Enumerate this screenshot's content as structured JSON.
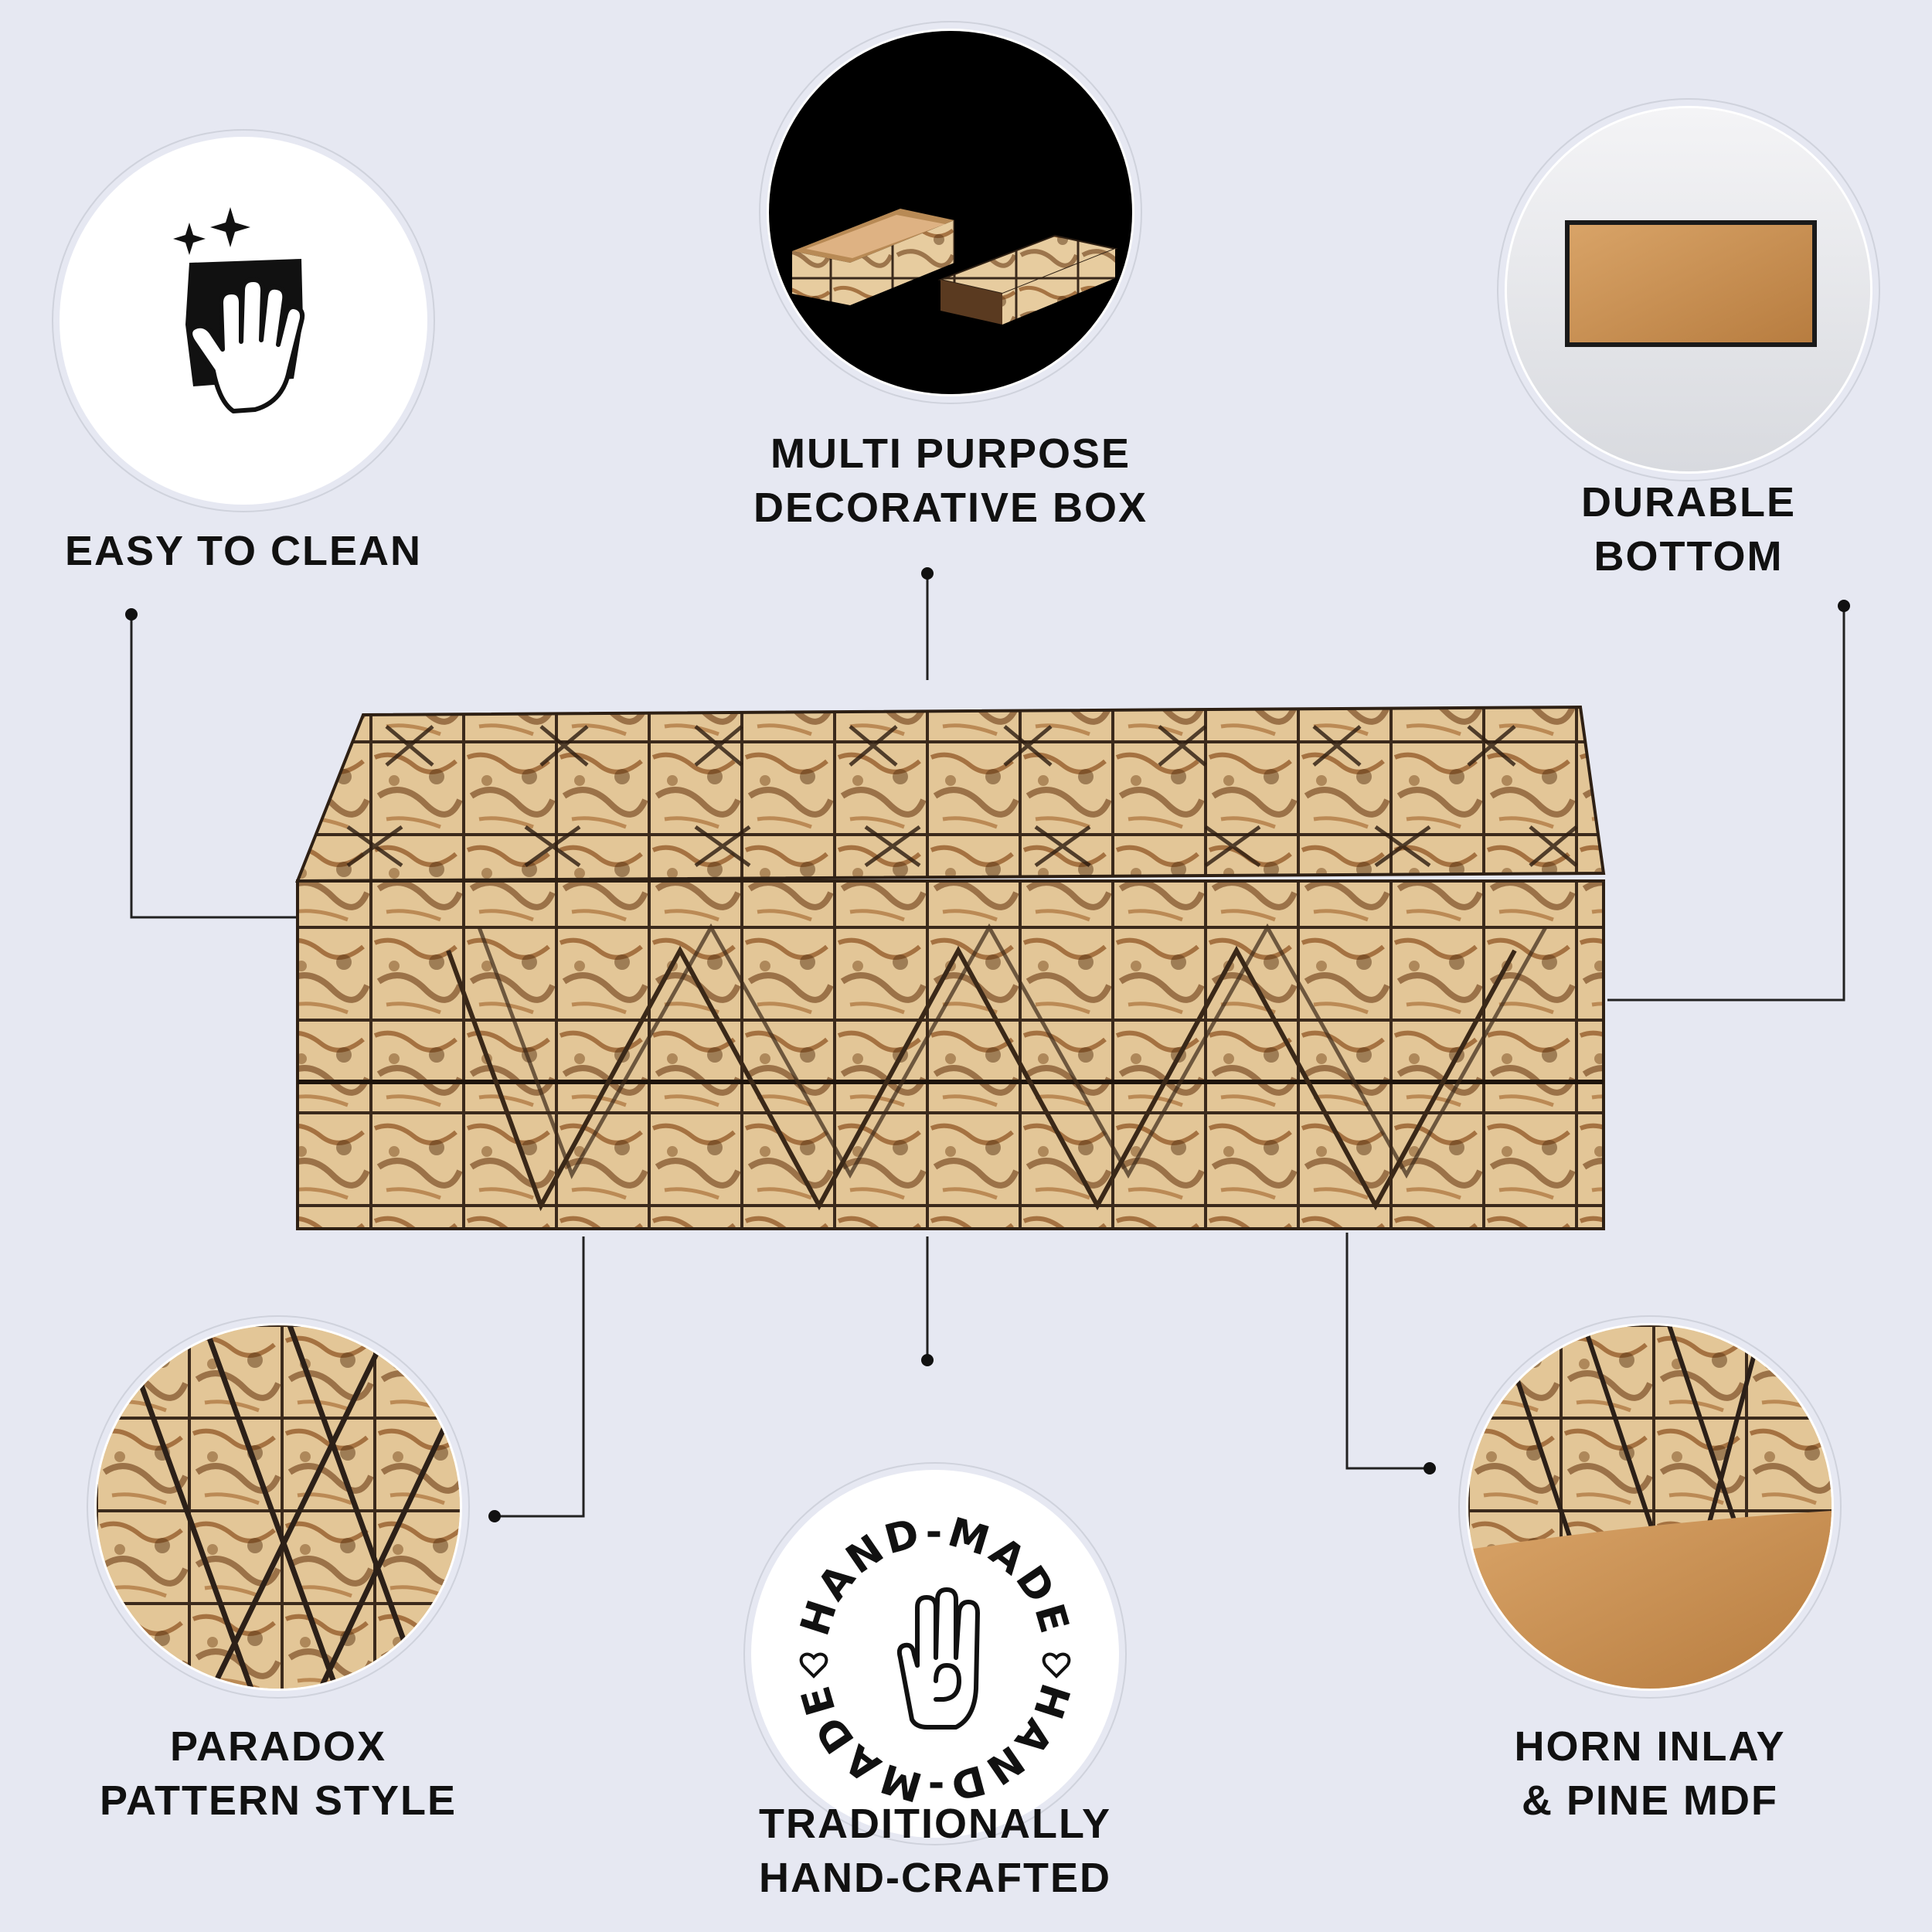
{
  "features": {
    "easy_clean": {
      "line1": "EASY TO CLEAN",
      "icon": "wipe-hand-icon"
    },
    "multi_purpose": {
      "line1": "MULTI PURPOSE",
      "line2": "DECORATIVE BOX"
    },
    "durable_bottom": {
      "line1": "DURABLE",
      "line2": "BOTTOM"
    },
    "paradox_pattern": {
      "line1": "PARADOX",
      "line2": "PATTERN STYLE"
    },
    "hand_crafted": {
      "line1": "TRADITIONALLY",
      "line2": "HAND-CRAFTED",
      "badge_text": "HAND-MADE",
      "icon": "raised-hand-icon"
    },
    "horn_inlay": {
      "line1": "HORN INLAY",
      "line2": "& PINE MDF"
    }
  },
  "colors": {
    "background": "#e6e8f2",
    "text": "#111111",
    "horn_light": "#e8cfa3",
    "horn_dark": "#7a4a1e",
    "pine": "#c58e4d"
  }
}
